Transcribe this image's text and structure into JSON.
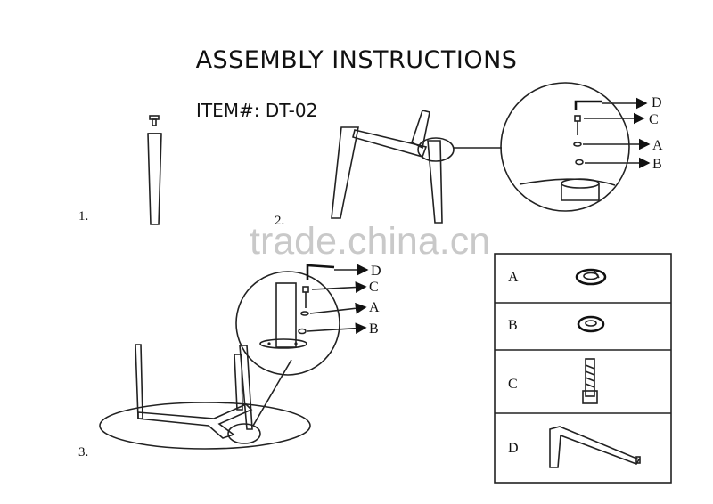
{
  "title": "ASSEMBLY INSTRUCTIONS",
  "item_number": "ITEM#: DT-02",
  "watermark": "trade.china.cn",
  "steps": {
    "step1": "1.",
    "step2": "2.",
    "step3": "3."
  },
  "callout_labels": {
    "d": "D",
    "c": "C",
    "a": "A",
    "b": "B"
  },
  "parts_table": [
    {
      "label": "A",
      "part_icon": "spring-washer-icon"
    },
    {
      "label": "B",
      "part_icon": "flat-washer-icon"
    },
    {
      "label": "C",
      "part_icon": "hex-socket-bolt-icon"
    },
    {
      "label": "D",
      "part_icon": "allen-key-icon"
    }
  ]
}
